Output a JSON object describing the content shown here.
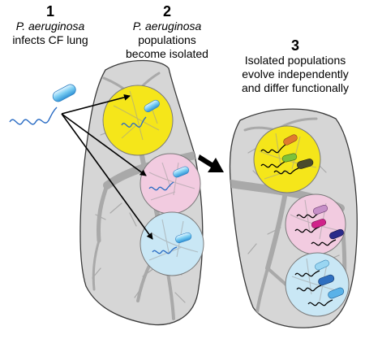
{
  "steps": [
    {
      "number": "1",
      "line1": "P. aeruginosa",
      "line2": "infects CF lung"
    },
    {
      "number": "2",
      "line1": "P. aeruginosa",
      "line2": "populations",
      "line3": "become isolated"
    },
    {
      "number": "3",
      "line1": "Isolated populations",
      "line2": "evolve independently",
      "line3": "and differ functionally"
    }
  ],
  "colors": {
    "lung_fill": "#d6d6d6",
    "lung_stroke": "#3a3a3a",
    "airway": "#a9a9a9",
    "yellow_region": "#f5e61a",
    "pink_region": "#f2cbe0",
    "blue_region": "#c9e7f5",
    "bacterium": "#6fc8f0",
    "flagellum": "#2a6cc4"
  },
  "icons": [
    "bacterium-icon",
    "arrow-icon",
    "transition-arrow-icon"
  ]
}
